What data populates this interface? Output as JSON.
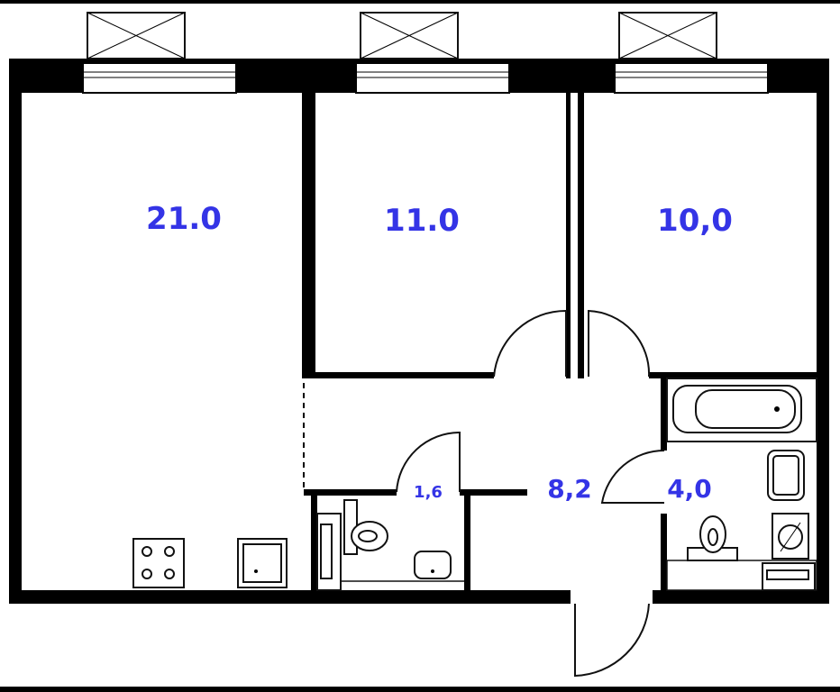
{
  "plan": {
    "rooms": [
      {
        "id": "living-kitchen",
        "area": "21.0"
      },
      {
        "id": "bedroom-1",
        "area": "11.0"
      },
      {
        "id": "bedroom-2",
        "area": "10,0"
      },
      {
        "id": "hallway",
        "area": "8,2"
      },
      {
        "id": "bathroom",
        "area": "4,0"
      },
      {
        "id": "wc",
        "area": "1,6"
      }
    ],
    "label_color": "#3434e6",
    "wall_color": "#000000"
  }
}
